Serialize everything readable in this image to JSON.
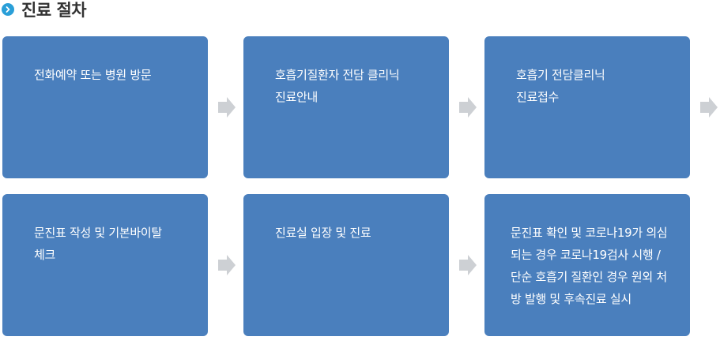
{
  "section": {
    "title": "진료 절차",
    "icon": "chevron-right-circle-icon",
    "accent_color": "#2a9fd8"
  },
  "colors": {
    "card_bg": "#4a7fbd",
    "card_text": "#ffffff",
    "arrow": "#cdd0d4"
  },
  "steps": [
    {
      "text": "전화예약 또는 병원 방문"
    },
    {
      "text": "호흡기질환자 전담 클리닉\n진료안내"
    },
    {
      "text": "호흡기 전담클리닉\n진료접수"
    },
    {
      "text": "문진표 작성 및 기본바이탈\n체크"
    },
    {
      "text": "진료실 입장 및 진료"
    },
    {
      "text": "문진표 확인 및 코로나19가 의심\n되는 경우 코로나19검사 시행 /\n단순 호흡기 질환인 경우 원외 처\n방 발행 및 후속진료 실시"
    }
  ],
  "arrows": [
    {
      "icon": "arrow-right-icon"
    },
    {
      "icon": "arrow-right-icon"
    },
    {
      "icon": "arrow-right-icon"
    },
    {
      "icon": "arrow-right-icon"
    },
    {
      "icon": "arrow-right-icon"
    }
  ]
}
